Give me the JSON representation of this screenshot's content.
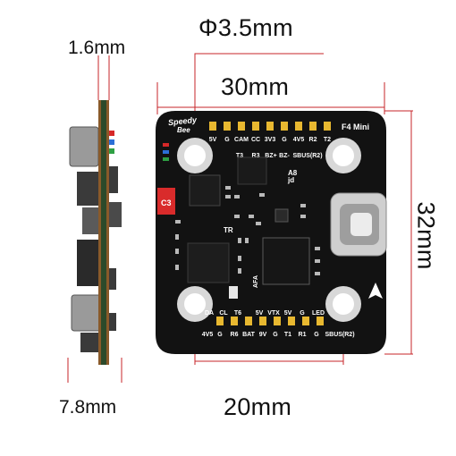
{
  "dimensions": {
    "hole": "Φ3.5mm",
    "width_outer": "30mm",
    "height": "32mm",
    "width_mount": "20mm",
    "thickness": "1.6mm",
    "side_height": "7.8mm"
  },
  "board": {
    "brand_line1": "Speedy",
    "brand_line2": "Bee",
    "model": "F4 Mini",
    "top_pads": [
      "5V",
      "G",
      "CAM",
      "CC",
      "3V3",
      "G",
      "4V5",
      "R2",
      "T2"
    ],
    "mid_labels": [
      "T3",
      "R3",
      "BZ+",
      "BZ-",
      "SBUS(R2)"
    ],
    "bottom_row1": [
      "DA",
      "CL",
      "T6",
      "5V",
      "VTX",
      "5V",
      "G",
      "LED"
    ],
    "bottom_row2": [
      "4V5",
      "G",
      "R6",
      "BAT",
      "9V",
      "G",
      "T1",
      "R1",
      "G",
      "SBUS(R2)"
    ],
    "chip_marks": [
      "A8",
      "jd"
    ],
    "side_marks": [
      "TR",
      "AFA"
    ],
    "component_mark": "C3"
  },
  "colors": {
    "board": "#121212",
    "pad": "#e8b830",
    "silk": "#ffffff",
    "dimension_line": "#c7242a",
    "pcb_edge": "#8a5a2a"
  }
}
